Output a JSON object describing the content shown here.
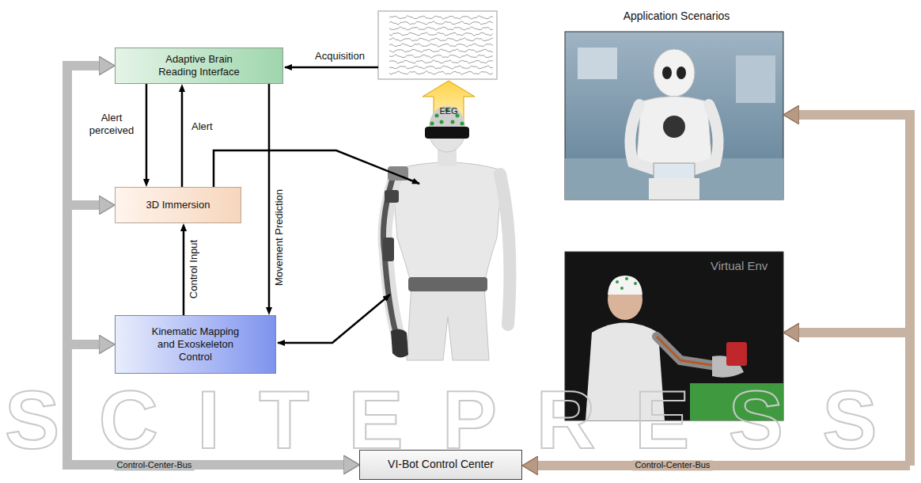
{
  "diagram": {
    "nodes": [
      {
        "text": [
          "Adaptive Brain Reading Interface"
        ]
      },
      {
        "text": [
          "3D Immersion"
        ]
      },
      {
        "text": [
          "Kinematic Mapping and Exoskeleton Control"
        ]
      },
      {
        "text": [
          "VI-Bot Control Center"
        ]
      }
    ],
    "edges": [
      {
        "from": 0,
        "to": 1,
        "label": "Alert perceived",
        "arrow": "to"
      },
      {
        "from": 1,
        "to": 0,
        "label": "Alert",
        "arrow": "to"
      },
      {
        "from": 0,
        "to": 2,
        "label": "Movement Prediction",
        "arrow": "to"
      },
      {
        "from": 2,
        "to": 1,
        "label": "Control Input",
        "arrow": "to"
      },
      {
        "from": 0,
        "to": 3,
        "arrow": "both"
      },
      {
        "from": 1,
        "to": 3,
        "arrow": "both"
      },
      {
        "from": 2,
        "to": 3,
        "label": "Control-Center-Bus",
        "arrow": "both"
      }
    ],
    "labels": [
      "SCITEPRESS",
      "Acquisition",
      "EEG",
      "Application Scenarios",
      "Virtual Env",
      "Control-Center-Bus"
    ]
  }
}
